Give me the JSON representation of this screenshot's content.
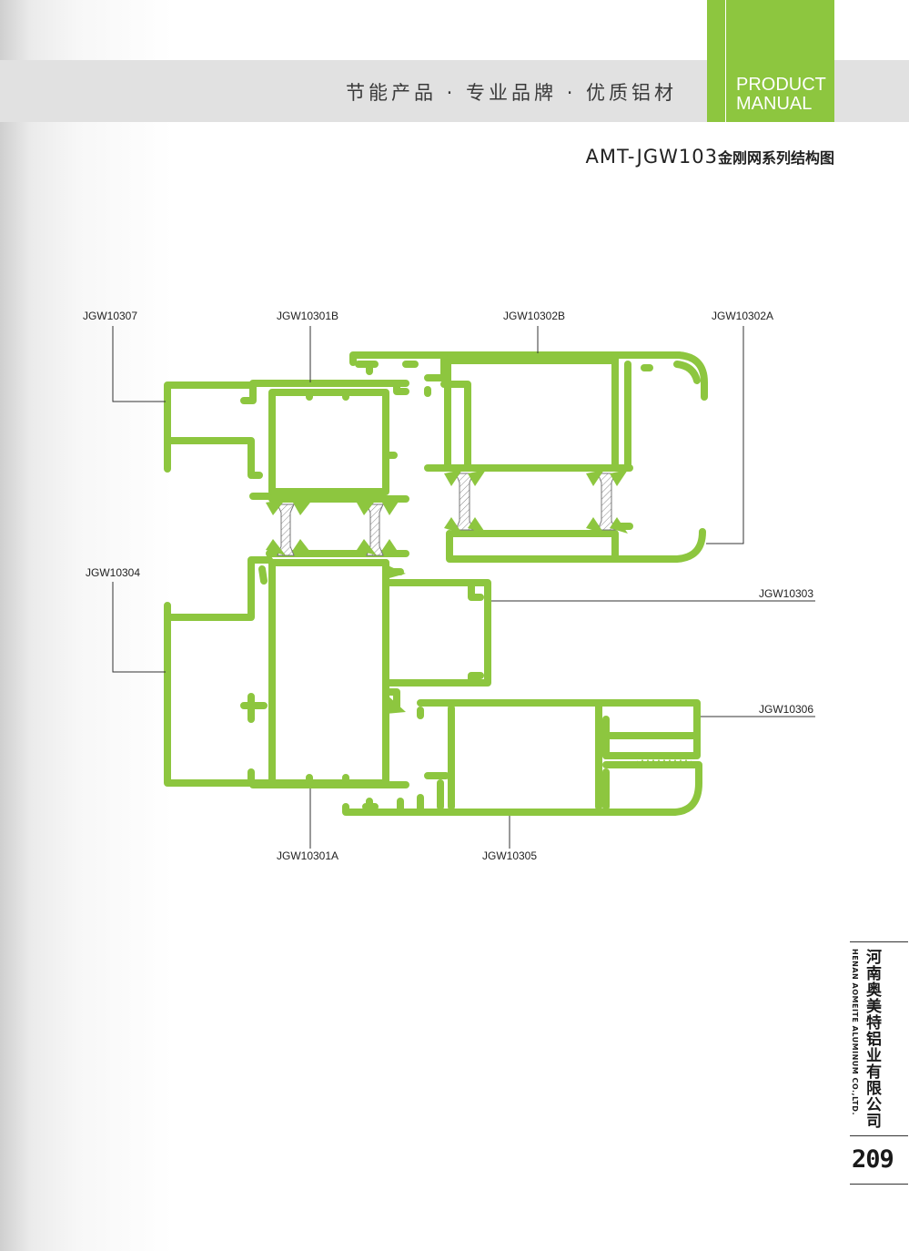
{
  "header": {
    "slogan": "节能产品 · 专业品牌 · 优质铝材",
    "tab_line1": "PRODUCT",
    "tab_line2": "MANUAL"
  },
  "diagram": {
    "title_prefix": "AMT-JGW103",
    "title_suffix": "金刚网系列结构图",
    "profile_color": "#8dc63f",
    "labels": {
      "jgw10307": "JGW10307",
      "jgw10301b": "JGW10301B",
      "jgw10302b": "JGW10302B",
      "jgw10302a": "JGW10302A",
      "jgw10304": "JGW10304",
      "jgw10303": "JGW10303",
      "jgw10306": "JGW10306",
      "jgw10301a": "JGW10301A",
      "jgw10305": "JGW10305"
    }
  },
  "footer": {
    "company_cn": "河南奥美特铝业有限公司",
    "company_en": "HENAN AOMEITE ALUMINUM CO.,LTD.",
    "page_number": "209"
  }
}
